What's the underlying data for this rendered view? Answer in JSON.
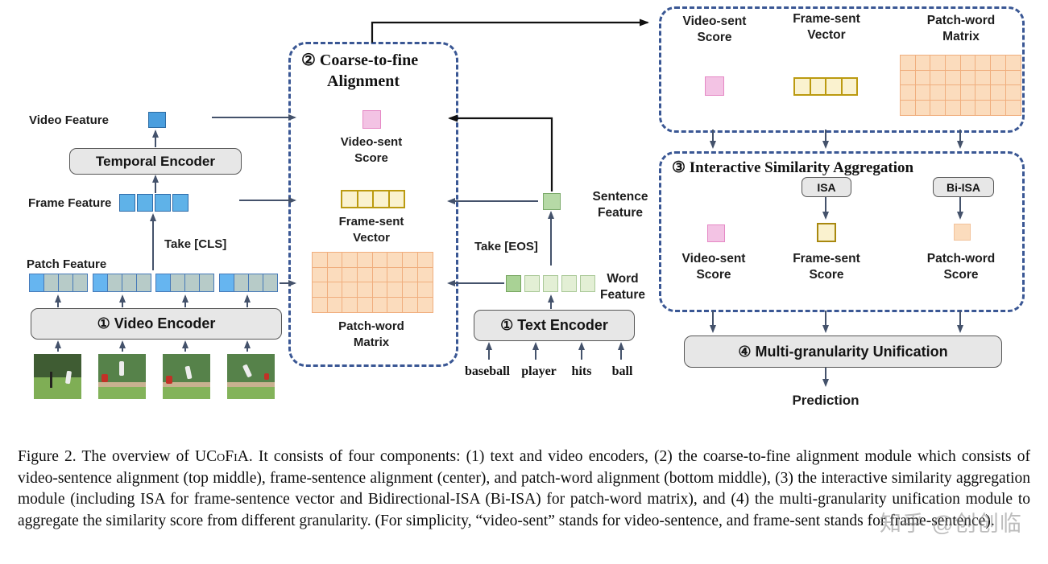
{
  "colors": {
    "dashed_border": "#3a5794",
    "box_fill": "#e7e7e7",
    "pink": "#f3c3e4",
    "yellow_fill": "#faf2cf",
    "yellow_border": "#bb9a10",
    "orange_fill": "#fbdcbd",
    "orange_border": "#f0ae7e",
    "green_fill": "#b6d9a6",
    "blue": "#4a9ede",
    "patch_gray": "#b7cbc8"
  },
  "video_branch": {
    "video_feature_label": "Video Feature",
    "temporal_encoder_label": "Temporal Encoder",
    "frame_feature_label": "Frame Feature",
    "take_cls_label": "Take [CLS]",
    "patch_feature_label": "Patch Feature",
    "video_encoder_label": "① Video Encoder",
    "frame_cells": "1x4",
    "patch_group_cells": "1x4"
  },
  "text_branch": {
    "text_encoder_label": "① Text Encoder",
    "take_eos_label": "Take [EOS]",
    "sentence_feature": {
      "l1": "Sentence",
      "l2": "Feature"
    },
    "word_feature": {
      "l1": "Word",
      "l2": "Feature"
    },
    "word_cells": "1x5",
    "words": [
      "baseball",
      "player",
      "hits",
      "ball"
    ]
  },
  "coarse_to_fine": {
    "title_line1": "② Coarse-to-fine",
    "title_line2": "Alignment",
    "video_sent": {
      "l1": "Video-sent",
      "l2": "Score"
    },
    "frame_sent": {
      "l1": "Frame-sent",
      "l2": "Vector"
    },
    "patch_word": {
      "l1": "Patch-word",
      "l2": "Matrix"
    },
    "vector_dims": "1x4",
    "matrix_dims": "4x8"
  },
  "similarity_outputs": {
    "video_sent": {
      "l1": "Video-sent",
      "l2": "Score"
    },
    "frame_sent": {
      "l1": "Frame-sent",
      "l2": "Vector"
    },
    "patch_word": {
      "l1": "Patch-word",
      "l2": "Matrix"
    },
    "vector_dims": "1x4",
    "matrix_dims": "4x8"
  },
  "isa": {
    "title": "③ Interactive Similarity Aggregation",
    "isa_label": "ISA",
    "bi_isa_label": "Bi-ISA",
    "video_sent": {
      "l1": "Video-sent",
      "l2": "Score"
    },
    "frame_sent": {
      "l1": "Frame-sent",
      "l2": "Score"
    },
    "patch_word": {
      "l1": "Patch-word",
      "l2": "Score"
    }
  },
  "unification": {
    "label": "④ Multi-granularity Unification",
    "prediction": "Prediction"
  },
  "caption": {
    "prefix": "Figure 2. The overview of ",
    "smallcaps": "UCoFiA",
    "suffix": ". It consists of four components: (1) text and video encoders, (2) the coarse-to-fine alignment module which consists of video-sentence alignment (top middle), frame-sentence alignment (center), and patch-word alignment (bottom middle), (3) the interactive similarity aggregation module (including ISA for frame-sentence vector and Bidirectional-ISA (Bi-ISA) for patch-word matrix), and (4) the multi-granularity unification module to aggregate the similarity score from different granularity. (For simplicity, “video-sent” stands for video-sentence, and frame-sent stands for frame-sentence)."
  },
  "watermark": {
    "text": "知乎 @创创临"
  }
}
